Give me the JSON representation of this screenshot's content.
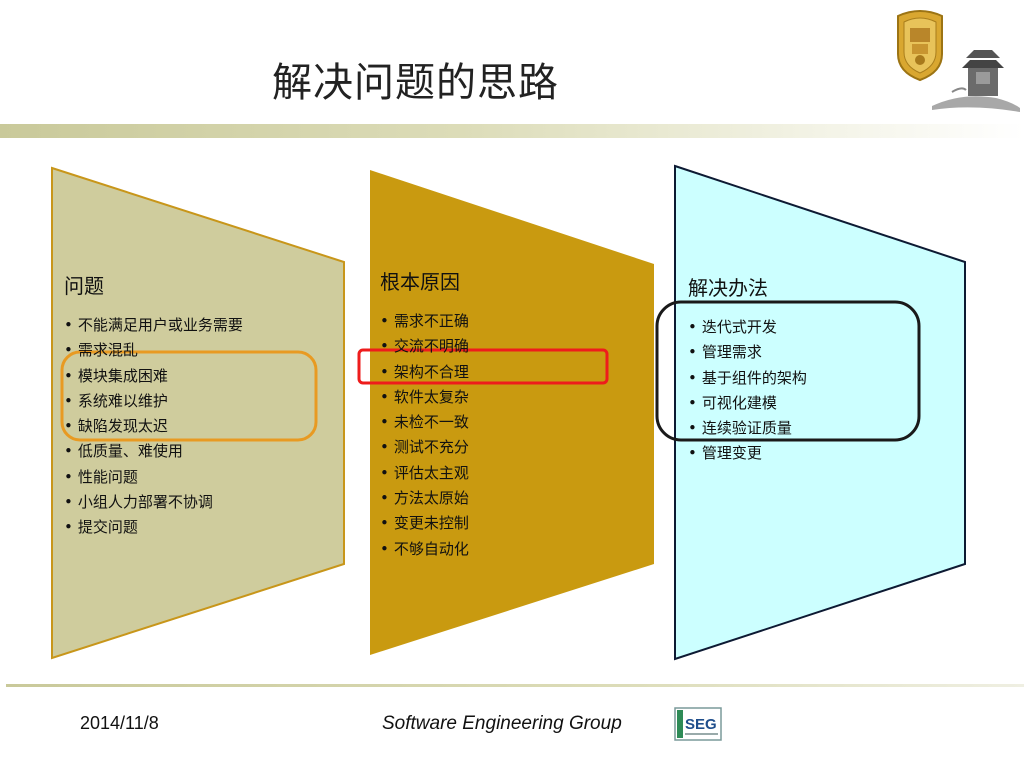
{
  "slide": {
    "title": "解决问题的思路"
  },
  "columns": [
    {
      "heading": "问题",
      "items": [
        "不能满足用户或业务需要",
        "需求混乱",
        "模块集成困难",
        "系统难以维护",
        "缺陷发现太迟",
        "低质量、难使用",
        "性能问题",
        "小组人力部署不协调",
        "提交问题"
      ]
    },
    {
      "heading": "根本原因",
      "items": [
        "需求不正确",
        "交流不明确",
        "架构不合理",
        "软件太复杂",
        "未检不一致",
        "测试不充分",
        "评估太主观",
        "方法太原始",
        "变更未控制",
        "不够自动化"
      ]
    },
    {
      "heading": "解决办法",
      "items": [
        "迭代式开发",
        "管理需求",
        "基于组件的架构",
        "可视化建模",
        "连续验证质量",
        "管理变更"
      ]
    }
  ],
  "bullet": "•",
  "footer": {
    "date": "2014/11/8",
    "group": "Software Engineering Group",
    "logo_text": "SEG"
  },
  "colors": {
    "problem_fill": "#cfcc9d",
    "problem_stroke": "#c8961a",
    "cause_fill": "#c99a10",
    "solution_fill": "#ccffff",
    "solution_stroke": "#0d1a33",
    "highlight_orange": "#e89a22",
    "highlight_red": "#ee1c1c",
    "highlight_dark": "#1a1a1a"
  }
}
